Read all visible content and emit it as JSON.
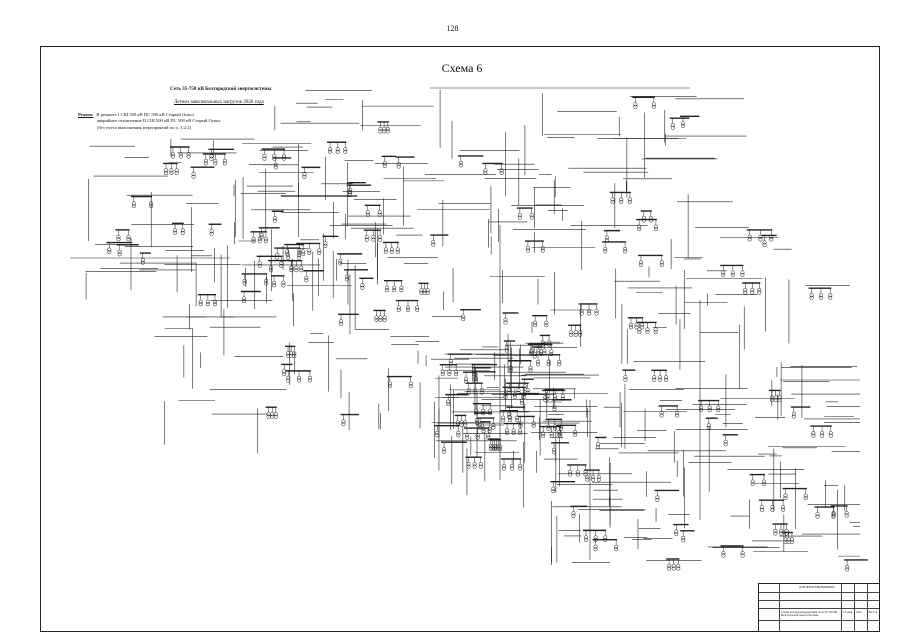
{
  "page": {
    "number": "128"
  },
  "header": {
    "title": "Схема 6",
    "network_title": "Сеть 35-750 кВ Белгородской энергосистемы",
    "loads_subtitle": "Летних максимальных нагрузок 2020 года"
  },
  "mode": {
    "label": "Режим:",
    "line1": "В ремонте I СШ 500 кВ ПС 500 кВ Старый Оскол",
    "line2": "аварийное отключение II СШ 500 кВ ПС 500 кВ Старый Оскол",
    "line3": "(без учета выполнения мероприятий по п. 3.2.2)"
  },
  "title_block": {
    "org": "ДЭЛЭНЕРГОКОМПЛЕКС",
    "sheet_name": "Схема потокораспределения сети 35-750 кВ Белгородской энергосистемы",
    "stage_label": "Стадия",
    "sheet_label": "Лист",
    "sheets_label": "Листов"
  }
}
